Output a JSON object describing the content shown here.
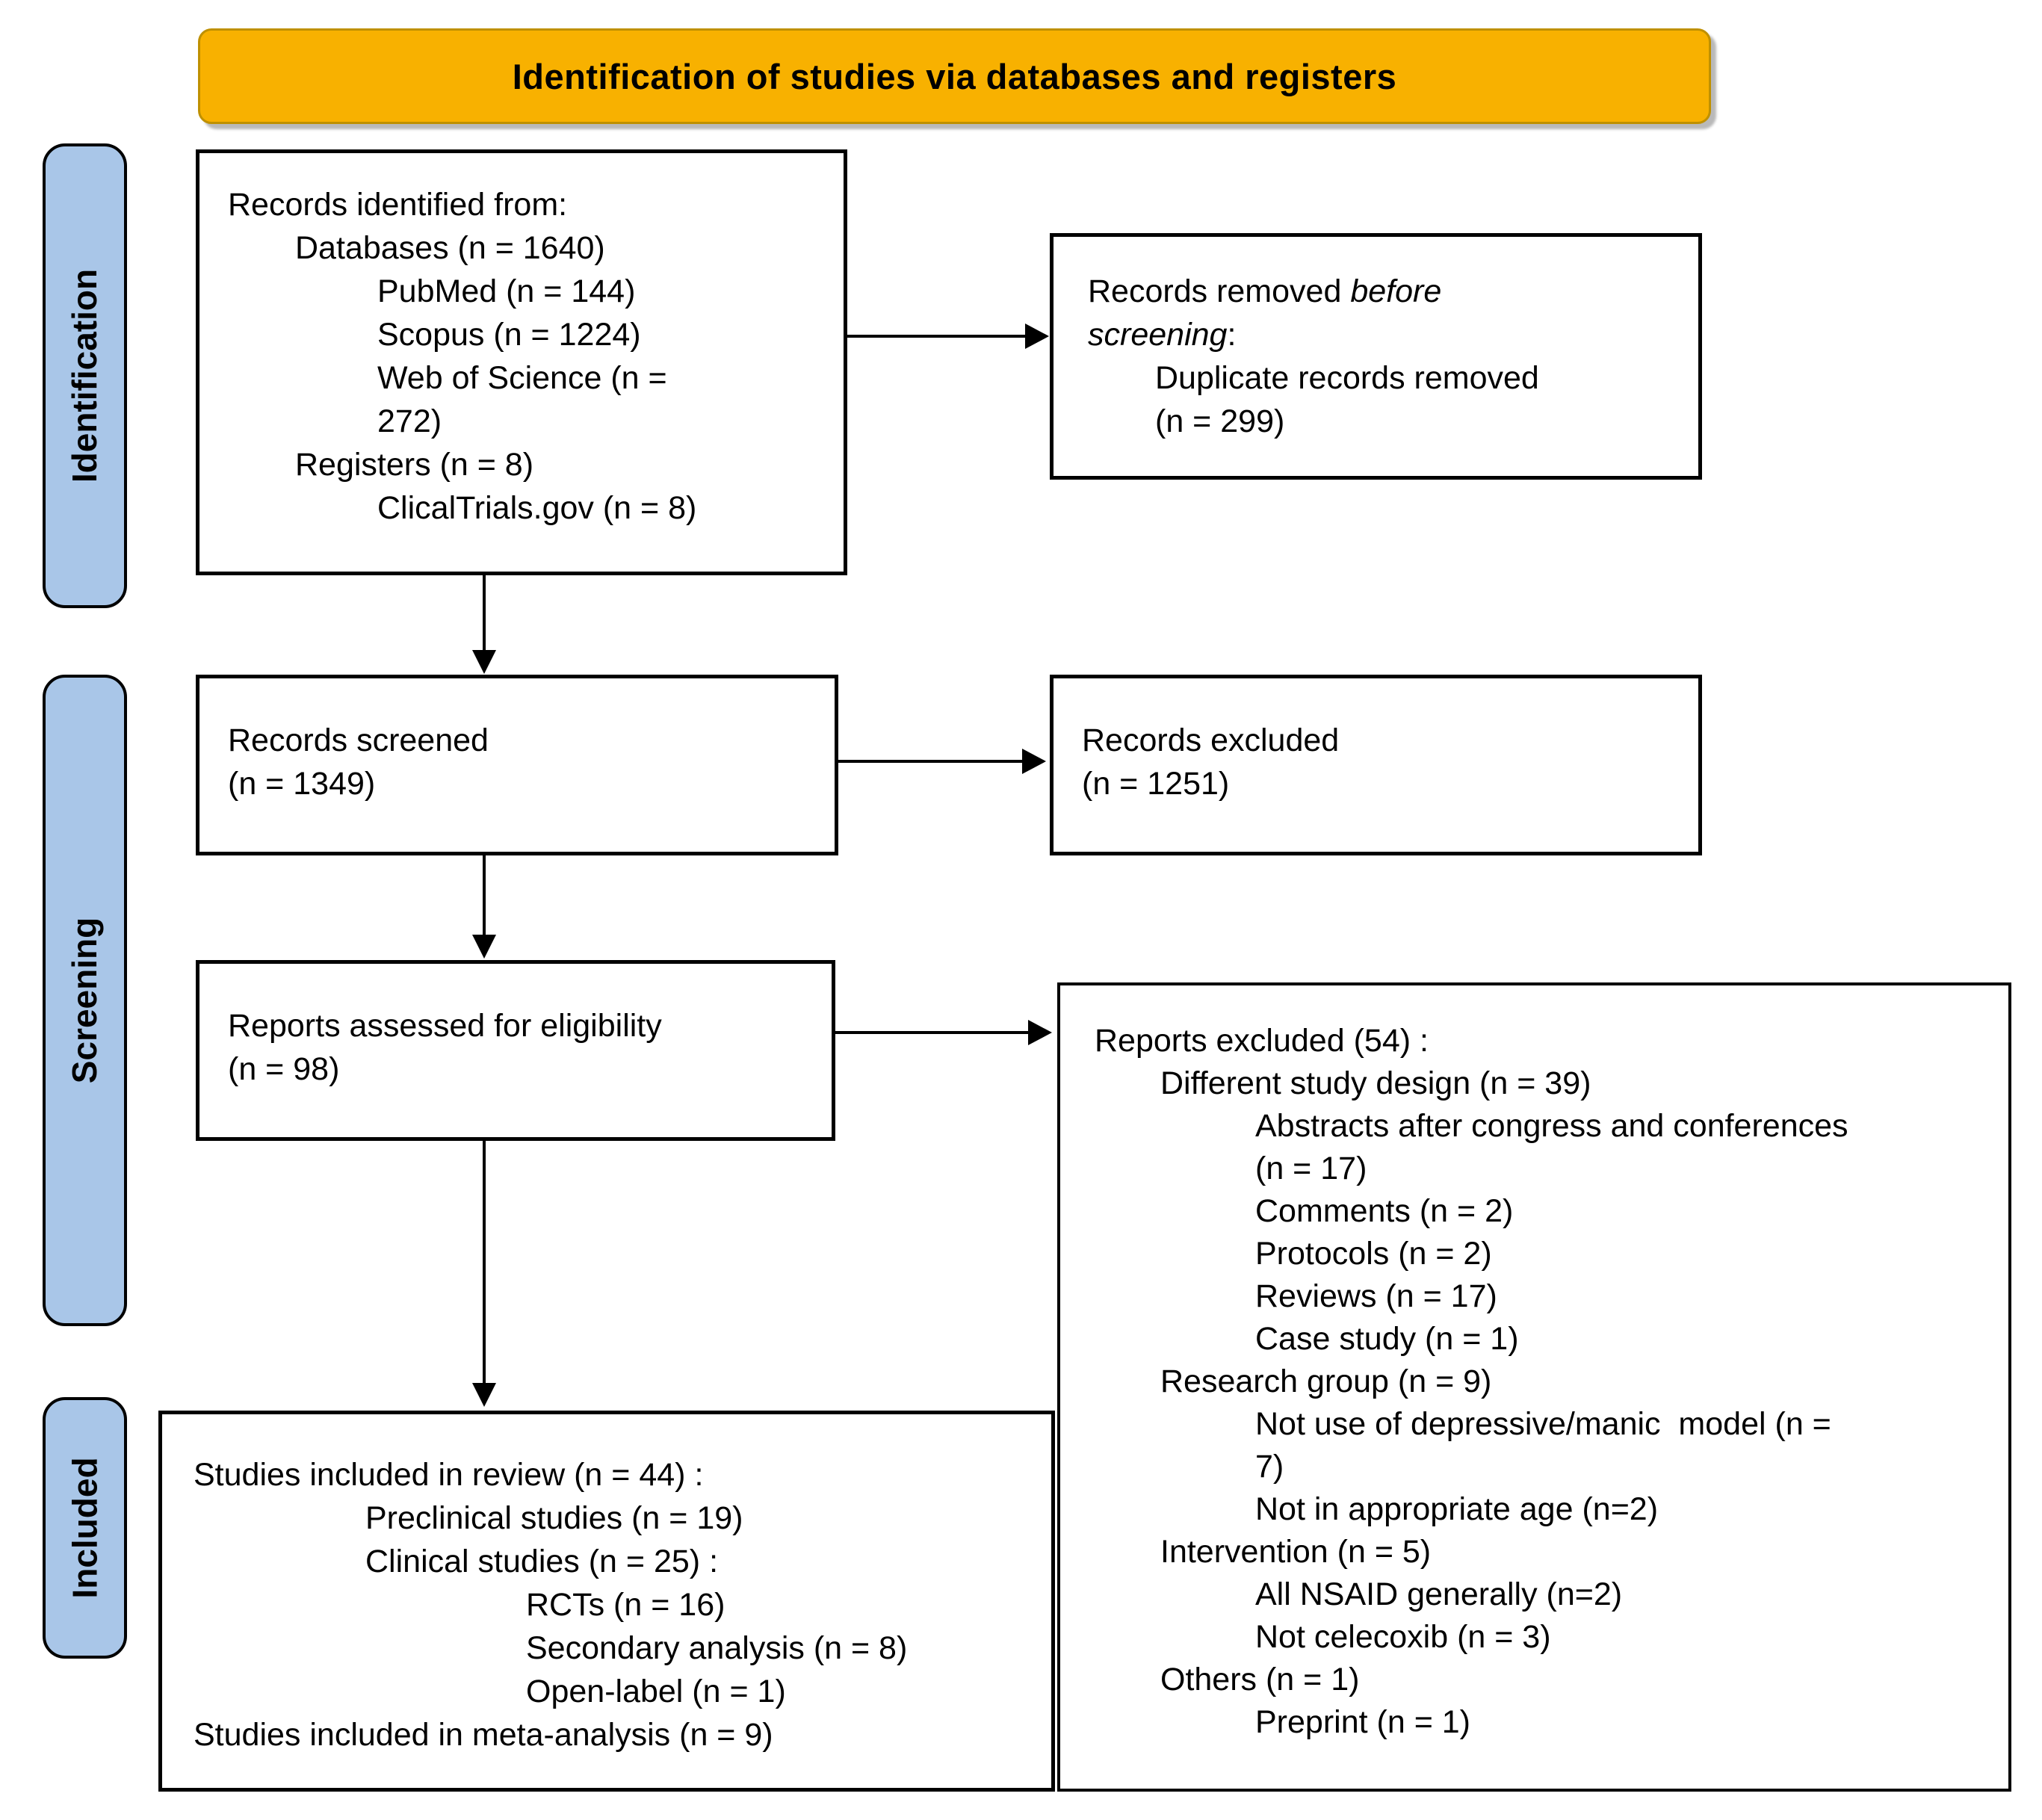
{
  "title": {
    "label": "Identification of studies via databases and registers"
  },
  "colors": {
    "banner_bg": "#F8B100",
    "banner_border": "#BF9000",
    "stage_bg": "#A9C6E8",
    "box_border": "#000000"
  },
  "stages": [
    {
      "id": "identification",
      "label": "Identification"
    },
    {
      "id": "screening",
      "label": "Screening"
    },
    {
      "id": "included",
      "label": "Included"
    }
  ],
  "boxes": {
    "records_identified": {
      "lines": [
        {
          "indent": 0,
          "segments": [
            "Records identified from:"
          ]
        },
        {
          "indent": 90,
          "segments": [
            "Databases (n = 1640)"
          ]
        },
        {
          "indent": 200,
          "segments": [
            "PubMed (n = 144)"
          ]
        },
        {
          "indent": 200,
          "segments": [
            "Scopus (n = 1224)"
          ]
        },
        {
          "indent": 200,
          "segments": [
            "Web of Science (n ="
          ]
        },
        {
          "indent": 200,
          "segments": [
            "272)"
          ]
        },
        {
          "indent": 90,
          "segments": [
            "Registers (n = 8)"
          ]
        },
        {
          "indent": 200,
          "segments": [
            "ClicalTrials.gov (n = 8)"
          ]
        }
      ]
    },
    "records_removed": {
      "lines": [
        {
          "indent": 0,
          "segments": [
            "Records removed ",
            {
              "text": "before",
              "italic": true
            }
          ]
        },
        {
          "indent": 0,
          "segments": [
            {
              "text": "screening",
              "italic": true
            },
            ":"
          ]
        },
        {
          "indent": 90,
          "segments": [
            "Duplicate records removed"
          ]
        },
        {
          "indent": 90,
          "segments": [
            "(n = 299)"
          ]
        }
      ]
    },
    "records_screened": {
      "lines": [
        {
          "indent": 0,
          "segments": [
            "Records screened"
          ]
        },
        {
          "indent": 0,
          "segments": [
            "(n = 1349)"
          ]
        }
      ]
    },
    "records_excluded": {
      "lines": [
        {
          "indent": 0,
          "segments": [
            "Records excluded"
          ]
        },
        {
          "indent": 0,
          "segments": [
            "(n = 1251)"
          ]
        }
      ]
    },
    "reports_assessed": {
      "lines": [
        {
          "indent": 0,
          "segments": [
            "Reports assessed for eligibility"
          ]
        },
        {
          "indent": 0,
          "segments": [
            "(n = 98)"
          ]
        }
      ]
    },
    "reports_excluded": {
      "lines": [
        {
          "indent": 0,
          "segments": [
            "Reports excluded (54) :"
          ]
        },
        {
          "indent": 88,
          "segments": [
            "Different study design (n = 39)"
          ]
        },
        {
          "indent": 215,
          "segments": [
            "Abstracts after congress and conferences"
          ]
        },
        {
          "indent": 215,
          "segments": [
            "(n = 17)"
          ]
        },
        {
          "indent": 215,
          "segments": [
            "Comments (n = 2)"
          ]
        },
        {
          "indent": 215,
          "segments": [
            "Protocols (n = 2)"
          ]
        },
        {
          "indent": 215,
          "segments": [
            "Reviews (n = 17)"
          ]
        },
        {
          "indent": 215,
          "segments": [
            "Case study (n = 1)"
          ]
        },
        {
          "indent": 88,
          "segments": [
            "Research group (n = 9)"
          ]
        },
        {
          "indent": 215,
          "segments": [
            "Not use of depressive/manic  model (n ="
          ]
        },
        {
          "indent": 215,
          "segments": [
            "7)"
          ]
        },
        {
          "indent": 215,
          "segments": [
            "Not in appropriate age (n=2)"
          ]
        },
        {
          "indent": 88,
          "segments": [
            "Intervention (n = 5)"
          ]
        },
        {
          "indent": 215,
          "segments": [
            "All NSAID generally (n=2)"
          ]
        },
        {
          "indent": 215,
          "segments": [
            "Not celecoxib (n = 3)"
          ]
        },
        {
          "indent": 88,
          "segments": [
            "Others (n = 1)"
          ]
        },
        {
          "indent": 215,
          "segments": [
            "Preprint (n = 1)"
          ]
        }
      ]
    },
    "studies_included": {
      "lines": [
        {
          "indent": 0,
          "segments": [
            "Studies included in review (n = 44) :"
          ]
        },
        {
          "indent": 230,
          "segments": [
            "Preclinical studies (n = 19)"
          ]
        },
        {
          "indent": 230,
          "segments": [
            "Clinical studies (n = 25) :"
          ]
        },
        {
          "indent": 445,
          "segments": [
            "RCTs (n = 16)"
          ]
        },
        {
          "indent": 445,
          "segments": [
            "Secondary analysis (n = 8)"
          ]
        },
        {
          "indent": 445,
          "segments": [
            "Open-label (n = 1)"
          ]
        },
        {
          "indent": 0,
          "segments": [
            "Studies included in meta-analysis (n = 9)"
          ]
        }
      ]
    }
  }
}
